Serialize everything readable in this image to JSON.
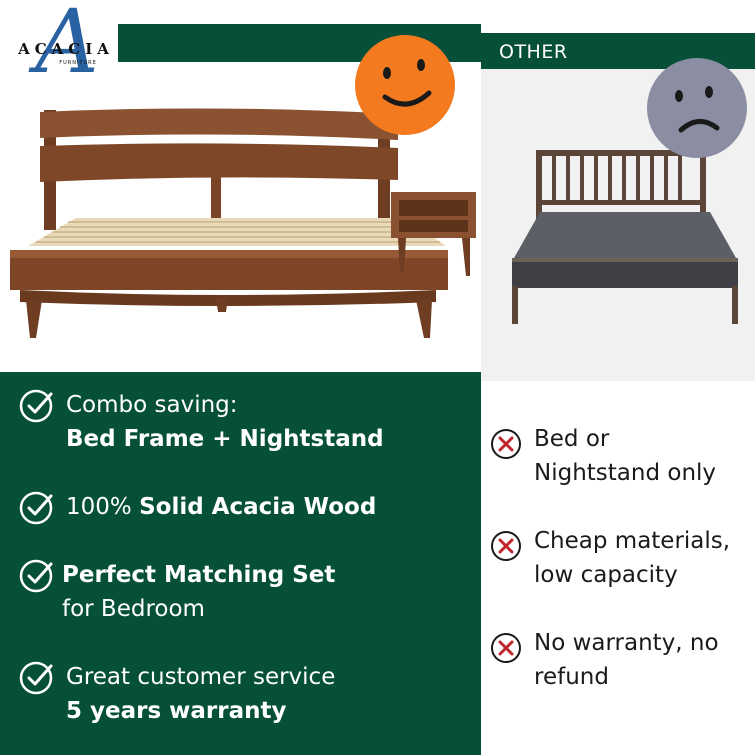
{
  "brand": {
    "logo_text": "ACACIA",
    "logo_sub": "FURNITURE",
    "logo_letter": "A"
  },
  "comparison": {
    "other_label": "OTHER",
    "happy_face": "smiley-face-icon",
    "sad_face": "sad-face-icon"
  },
  "benefits": [
    {
      "line1": "Combo saving:",
      "line2_bold": "Bed Frame + Nightstand"
    },
    {
      "prefix": "100% ",
      "bold": "Solid Acacia Wood"
    },
    {
      "line1_bold": "Perfect Matching Set",
      "line2": "for Bedroom"
    },
    {
      "line1": "Great customer service",
      "line2_bold": "5 years warranty"
    }
  ],
  "drawbacks": [
    {
      "line1": "Bed or",
      "line2": "Nightstand only"
    },
    {
      "line1": "Cheap materials,",
      "line2": "low capacity"
    },
    {
      "line1": "No warranty, no",
      "line2": "refund"
    }
  ],
  "colors": {
    "brand_green": "#06503a",
    "happy_orange": "#f47a1f",
    "sad_gray": "#8b8ea3",
    "wood": "#7a4527",
    "cross_red": "#c0262d"
  }
}
